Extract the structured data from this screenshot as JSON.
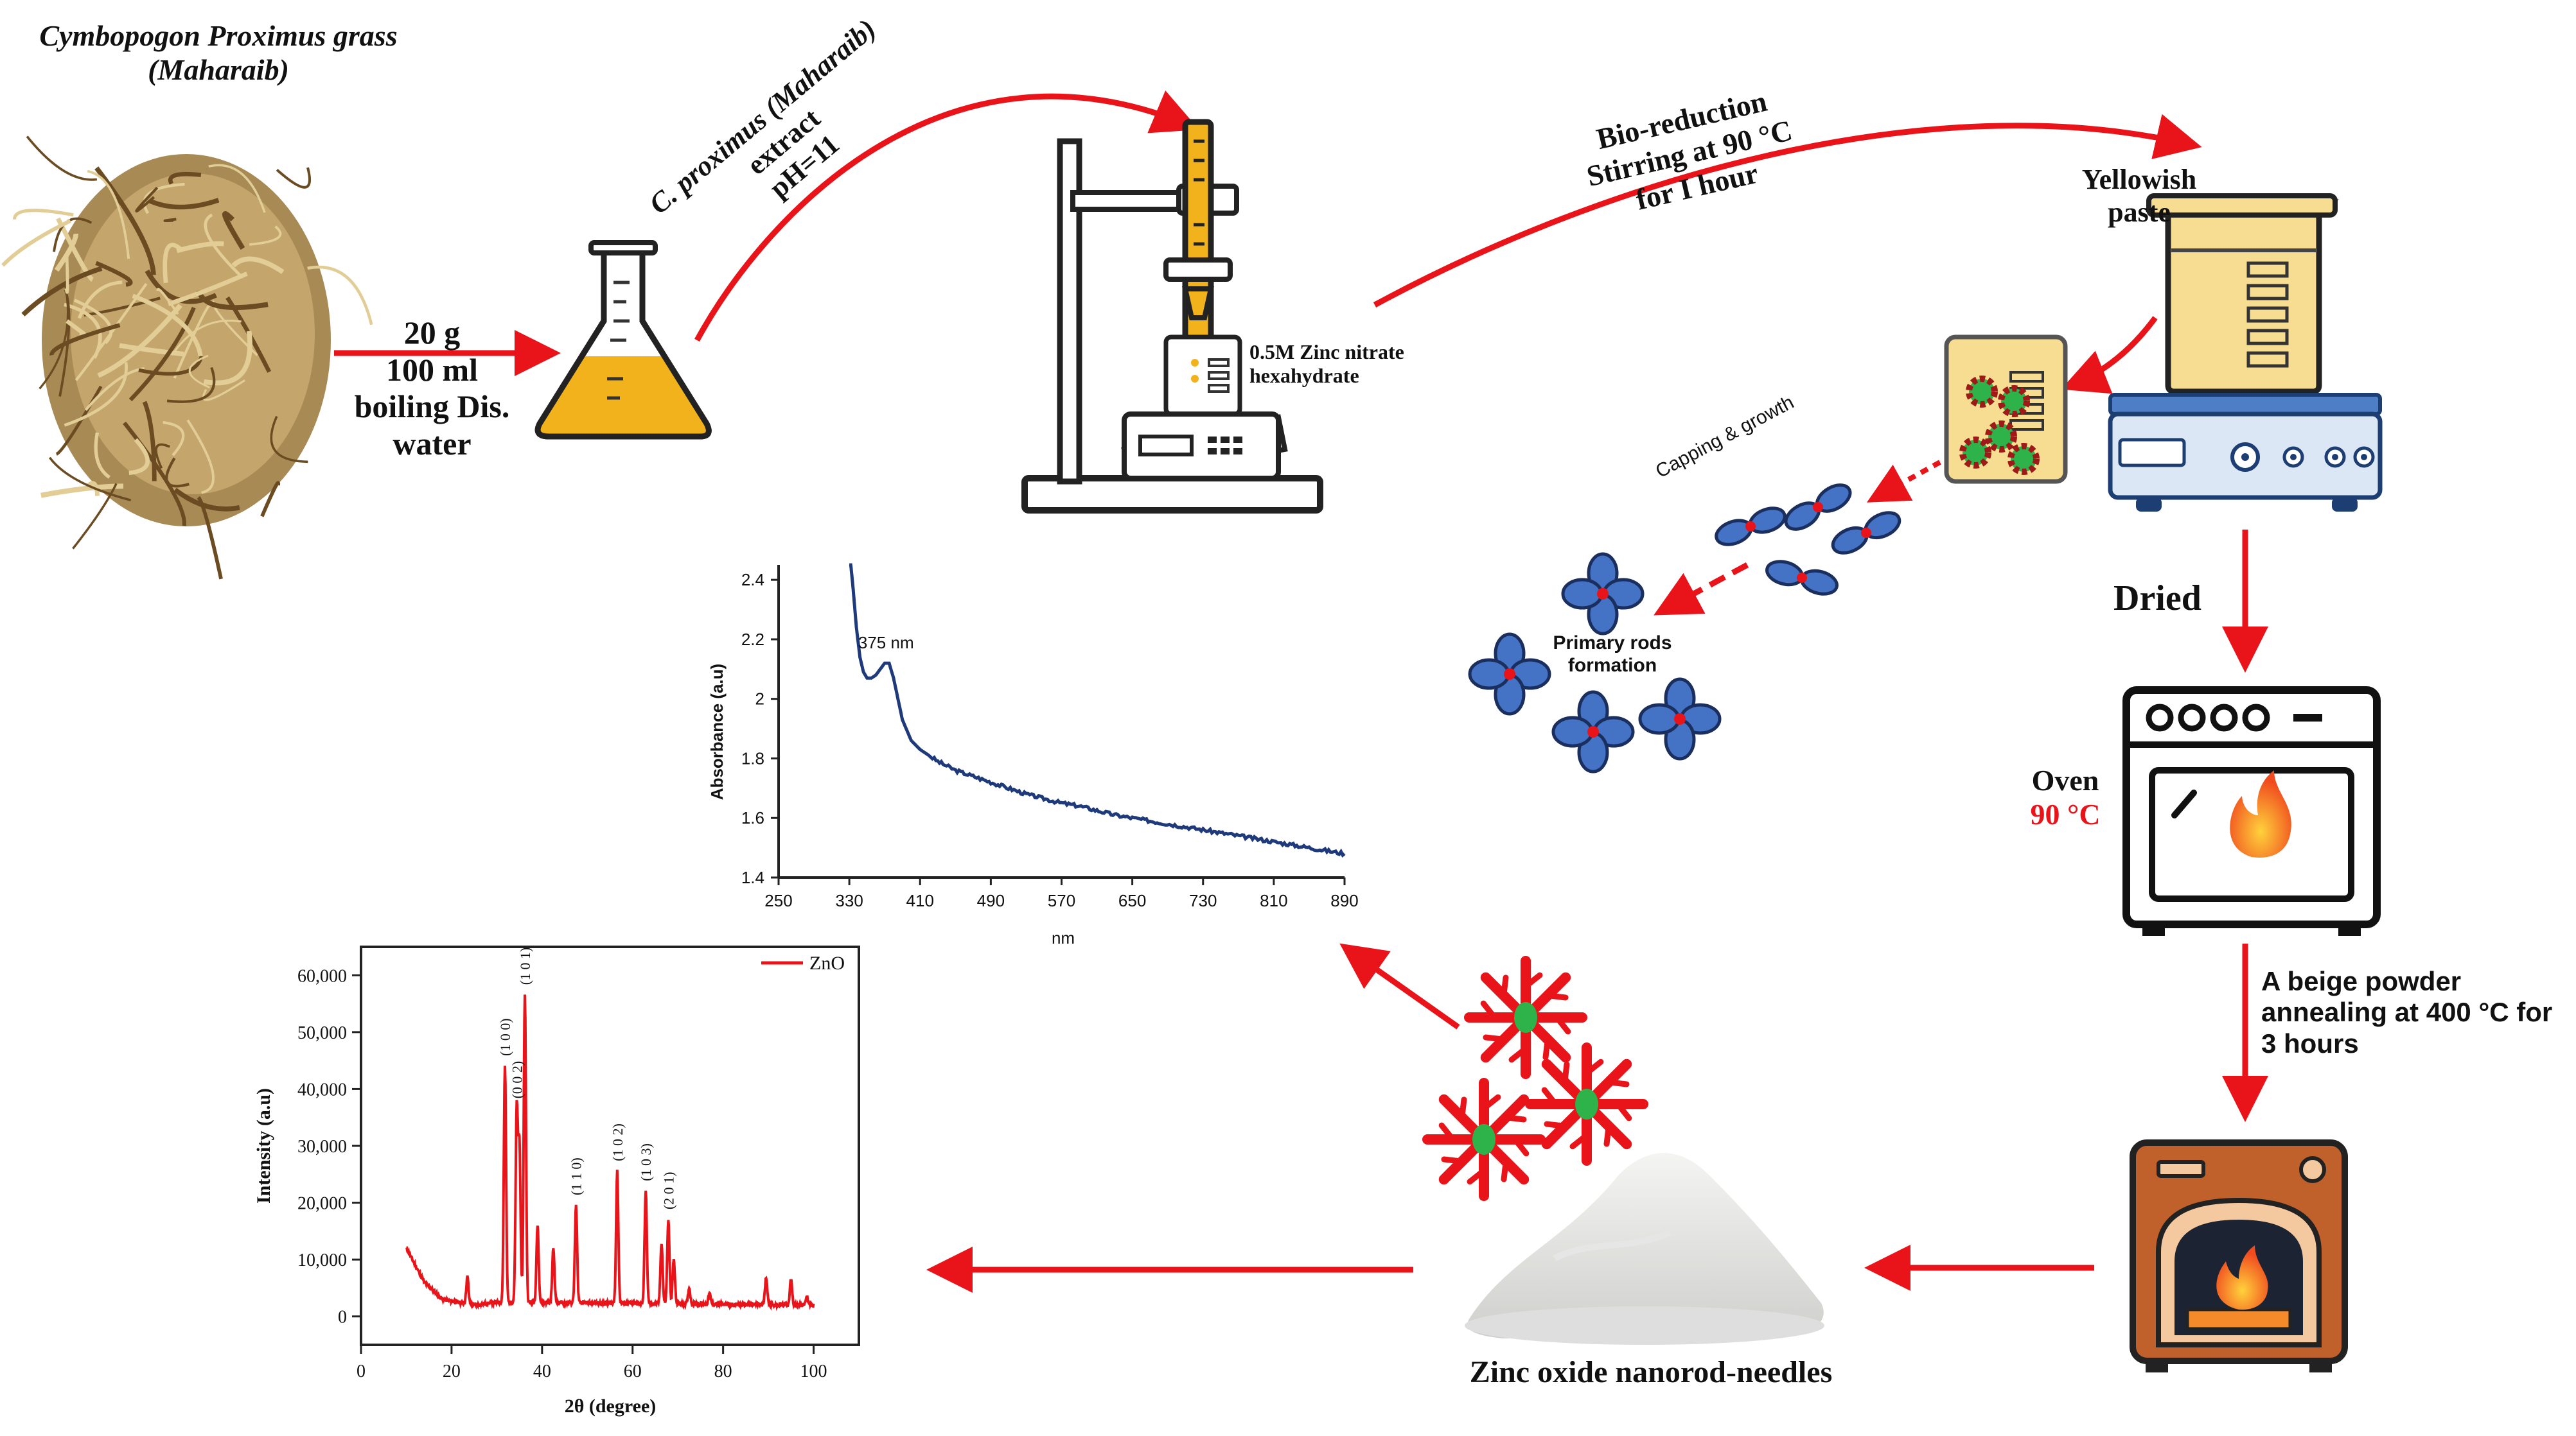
{
  "grass": {
    "title": "Cymbopogon Proximus grass",
    "subtitle": "(Maharaib)"
  },
  "extract_amount": [
    "20 g",
    "100 ml",
    "boiling Dis.",
    "water"
  ],
  "flask_arrow_label": [
    "C. proximus (Maharaib)",
    "extract",
    "pH=11"
  ],
  "zinc_label": [
    "0.5M Zinc nitrate",
    "hexahydrate"
  ],
  "bio_reduction": [
    "Bio-reduction",
    "Stirring at 90 °C",
    "for I hour"
  ],
  "paste_label": [
    "Yellowish",
    "paste"
  ],
  "capping_label": "Capping & growth",
  "rods_label": [
    "Primary rods",
    "formation"
  ],
  "dried_label": "Dried",
  "oven": {
    "label": "Oven",
    "temp": "90 °C"
  },
  "anneal_label": [
    "A beige powder",
    "annealing at 400 °C for",
    "3 hours"
  ],
  "product_label": "Zinc oxide nanorod-needles",
  "colors": {
    "arrow": "#e8141a",
    "flask_liquid": "#f2b21c",
    "nanoparticle_blue": "#4472c4",
    "needle_red": "#e8141a",
    "needle_core": "#2eb24a",
    "spectrum_line": "#1f3a7a"
  },
  "uv_chart": {
    "chart_data": {
      "type": "line",
      "title": "",
      "xlabel": "nm",
      "ylabel": "Absorbance (a.u)",
      "xlim": [
        250,
        890
      ],
      "ylim": [
        1.4,
        2.45
      ],
      "xticks": [
        "250",
        "330",
        "410",
        "490",
        "570",
        "650",
        "730",
        "810",
        "890"
      ],
      "yticks": [
        "1.4",
        "1.6",
        "1.8",
        "2",
        "2.2",
        "2.4"
      ],
      "annotation": "375 nm",
      "grid": false,
      "series": [
        {
          "x": [
            330,
            334,
            338,
            342,
            346,
            350,
            355,
            360,
            365,
            370,
            375,
            380,
            385,
            390,
            400,
            410,
            430,
            450,
            470,
            490,
            510,
            530,
            550,
            570,
            590,
            610,
            630,
            650,
            670,
            690,
            710,
            730,
            750,
            770,
            790,
            810,
            830,
            850,
            870,
            890
          ],
          "y": [
            2.5,
            2.38,
            2.24,
            2.14,
            2.09,
            2.07,
            2.07,
            2.08,
            2.1,
            2.12,
            2.12,
            2.07,
            2.0,
            1.93,
            1.86,
            1.83,
            1.79,
            1.76,
            1.74,
            1.72,
            1.7,
            1.68,
            1.665,
            1.65,
            1.64,
            1.625,
            1.61,
            1.6,
            1.59,
            1.58,
            1.57,
            1.56,
            1.55,
            1.54,
            1.53,
            1.52,
            1.51,
            1.5,
            1.49,
            1.48
          ]
        }
      ]
    }
  },
  "xrd_chart": {
    "chart_data": {
      "type": "line",
      "title": "",
      "xlabel": "2θ (degree)",
      "ylabel": "Intensity (a.u)",
      "xlim": [
        0,
        110
      ],
      "ylim": [
        -5000,
        65000
      ],
      "xticks": [
        "0",
        "20",
        "40",
        "60",
        "80",
        "100"
      ],
      "yticks": [
        "0",
        "10,000",
        "20,000",
        "30,000",
        "40,000",
        "50,000",
        "60,000"
      ],
      "legend": "ZnO",
      "legend_position": "top-right",
      "grid": false,
      "peaks": [
        {
          "x": 31.8,
          "y": 44000,
          "label": "(1 0 0)"
        },
        {
          "x": 34.4,
          "y": 36500,
          "label": "(0 0 2)"
        },
        {
          "x": 36.2,
          "y": 56500,
          "label": "(1 0 1)"
        },
        {
          "x": 47.5,
          "y": 19500,
          "label": "(1 1 0)"
        },
        {
          "x": 56.6,
          "y": 25500,
          "label": "(1 0 2)"
        },
        {
          "x": 62.9,
          "y": 22000,
          "label": "(1 0 3)"
        },
        {
          "x": 67.9,
          "y": 17000,
          "label": "(2 0 1)"
        }
      ],
      "minor_peaks": [
        {
          "x": 23.5,
          "y": 7000
        },
        {
          "x": 35.0,
          "y": 30000
        },
        {
          "x": 39.0,
          "y": 16000
        },
        {
          "x": 42.5,
          "y": 12000
        },
        {
          "x": 66.4,
          "y": 13000
        },
        {
          "x": 69.1,
          "y": 10000
        },
        {
          "x": 72.5,
          "y": 5000
        },
        {
          "x": 77.0,
          "y": 4000
        },
        {
          "x": 89.5,
          "y": 7000
        },
        {
          "x": 95.0,
          "y": 6500
        },
        {
          "x": 98.5,
          "y": 3500
        }
      ],
      "baseline": [
        [
          10,
          12000
        ],
        [
          14,
          6000
        ],
        [
          18,
          3000
        ],
        [
          25,
          2000
        ],
        [
          30,
          2500
        ],
        [
          100,
          2000
        ]
      ]
    }
  }
}
